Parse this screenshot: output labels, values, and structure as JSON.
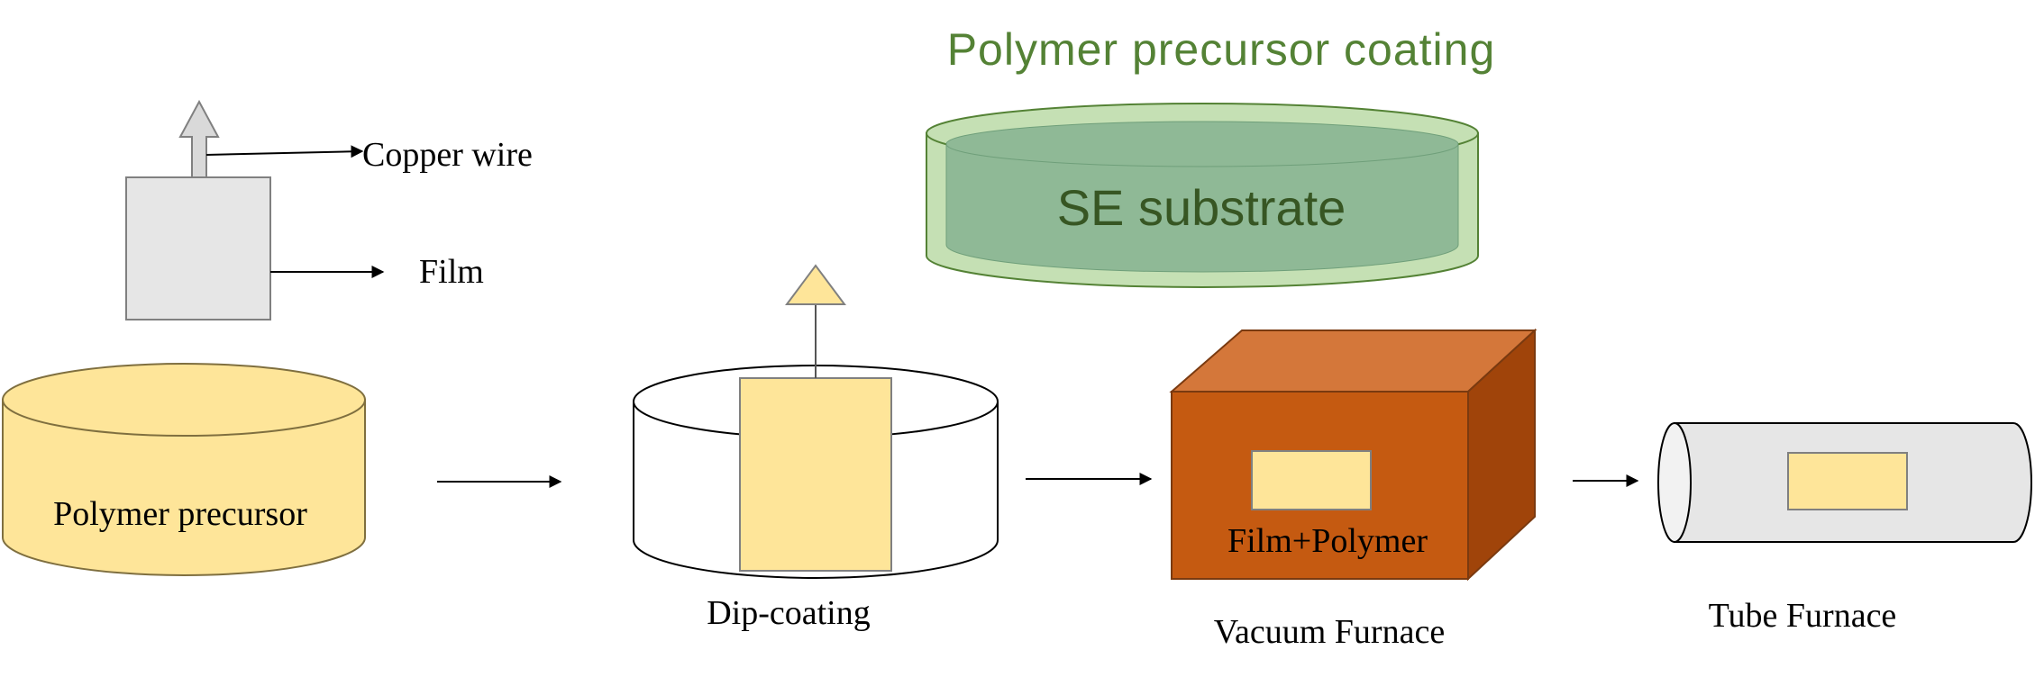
{
  "labels": {
    "copper_wire": "Copper wire",
    "film": "Film",
    "polymer_precursor": "Polymer precursor",
    "polymer_precursor_coating": "Polymer precursor coating",
    "se_substrate": "SE substrate",
    "dip_coating": "Dip-coating",
    "film_polymer": "Film+Polymer",
    "vacuum_furnace": "Vacuum Furnace",
    "tube_furnace": "Tube Furnace"
  },
  "colors": {
    "precursor_fill": "#fee599",
    "precursor_stroke": "#7f6f3f",
    "film_fill": "#e6e6e6",
    "coating_title": "#548235",
    "dish_rim": "#c5e0b4",
    "dish_inner": "#8fb996",
    "substrate_text": "#375623",
    "furnace_front": "#c55a11",
    "furnace_top": "#d4773a",
    "furnace_side": "#a0440a",
    "tube_fill": "#e6e6e6"
  }
}
